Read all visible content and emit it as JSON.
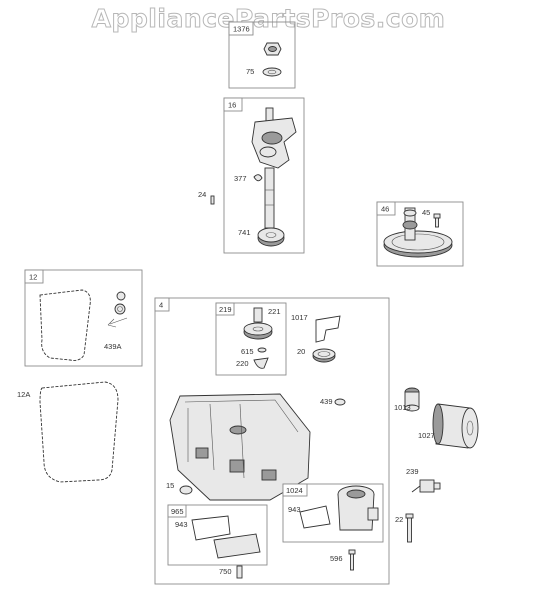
{
  "watermark": "AppliancePartsPros.com",
  "boxes": {
    "b1376": {
      "tag": "1376",
      "labels": {
        "l75": "75"
      }
    },
    "b16": {
      "tag": "16",
      "labels": {
        "l377": "377",
        "l741": "741"
      }
    },
    "b46": {
      "tag": "46",
      "labels": {
        "l45": "45"
      }
    },
    "b12": {
      "tag": "12",
      "labels": {
        "l439a": "439A"
      }
    },
    "b4": {
      "tag": "4"
    },
    "b219": {
      "tag": "219",
      "labels": {
        "l221": "221",
        "l615": "615",
        "l220": "220"
      }
    },
    "b965": {
      "tag": "965",
      "labels": {
        "l943": "943"
      }
    },
    "b1024": {
      "tag": "1024",
      "labels": {
        "l943": "943"
      }
    }
  },
  "loose_labels": {
    "l24": "24",
    "l12a": "12A",
    "l1017": "1017",
    "l20": "20",
    "l439": "439",
    "l1013": "1013",
    "l1027": "1027",
    "l15": "15",
    "l239": "239",
    "l22": "22",
    "l596": "596",
    "l750": "750"
  }
}
